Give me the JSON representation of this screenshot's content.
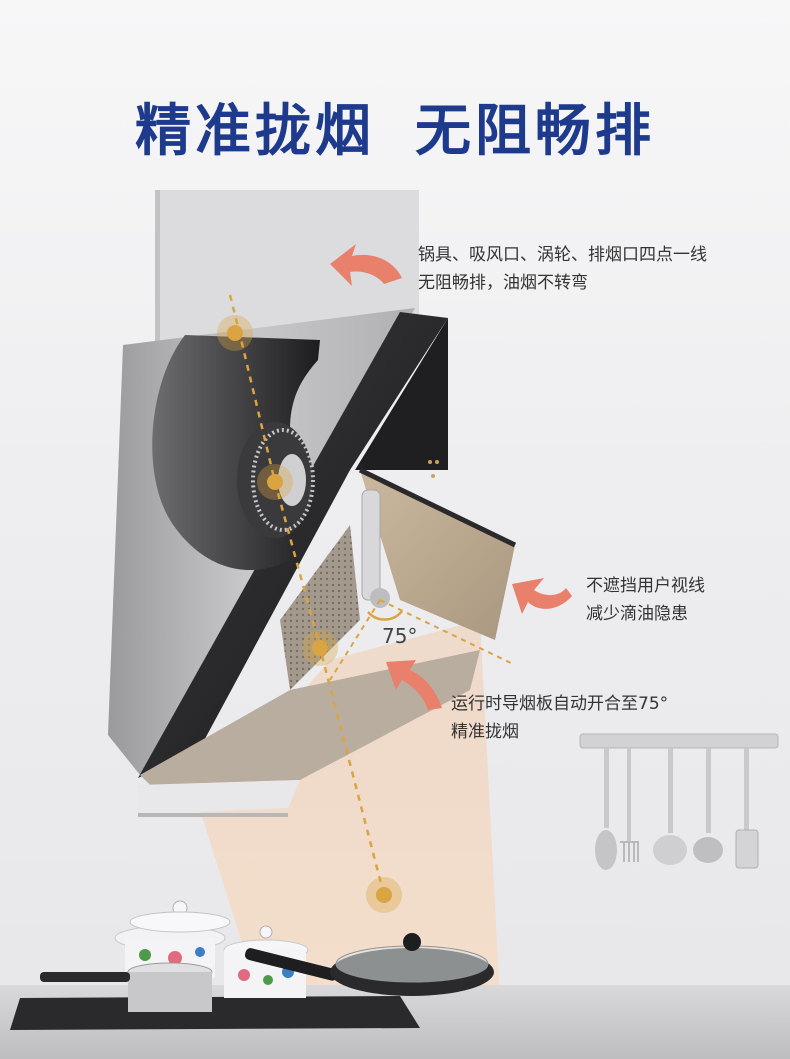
{
  "headline": {
    "part1": "精准拢烟",
    "part2": "无阻畅排"
  },
  "notes": {
    "top": {
      "line1": "锅具、吸风口、涡轮、排烟口四点一线",
      "line2": "无阻畅排，油烟不转弯"
    },
    "middle": {
      "line1": "不遮挡用户视线",
      "line2": "减少滴油隐患"
    },
    "bottom": {
      "line1": "运行时导烟板自动开合至75°",
      "line2": "精准拢烟"
    }
  },
  "angle_label": "75°",
  "colors": {
    "headline": "#1d3a8c",
    "arrow": "#e8806c",
    "guide_dot": "#d9a441",
    "beam": "#f4d6bb"
  }
}
